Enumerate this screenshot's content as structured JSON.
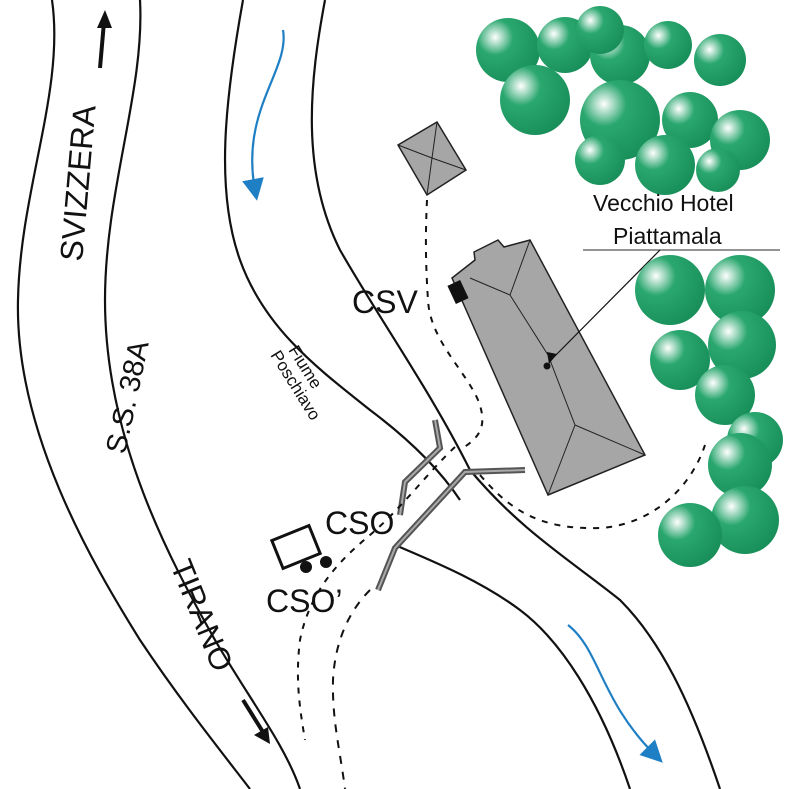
{
  "labels": {
    "north_road": "SVIZZERA",
    "road_number": "S.S. 38A",
    "south_road": "TIRANO",
    "river_line1": "Fiume",
    "river_line2": "Poschiavo",
    "csv": "CSV",
    "cso": "CSO",
    "cso_prime": "CSO’",
    "hotel_line1": "Vecchio Hotel",
    "hotel_line2": "Piattamala"
  },
  "colors": {
    "road_line": "#111111",
    "water_arrow": "#1f7fc4",
    "building": "#a6a6a6",
    "tree": "#1c9a62",
    "tree_highlight": "#ffffff"
  },
  "icons": [
    "north-arrow-icon",
    "south-arrow-icon",
    "water-flow-arrow-icon",
    "tree-icon",
    "vehicle-icon"
  ]
}
